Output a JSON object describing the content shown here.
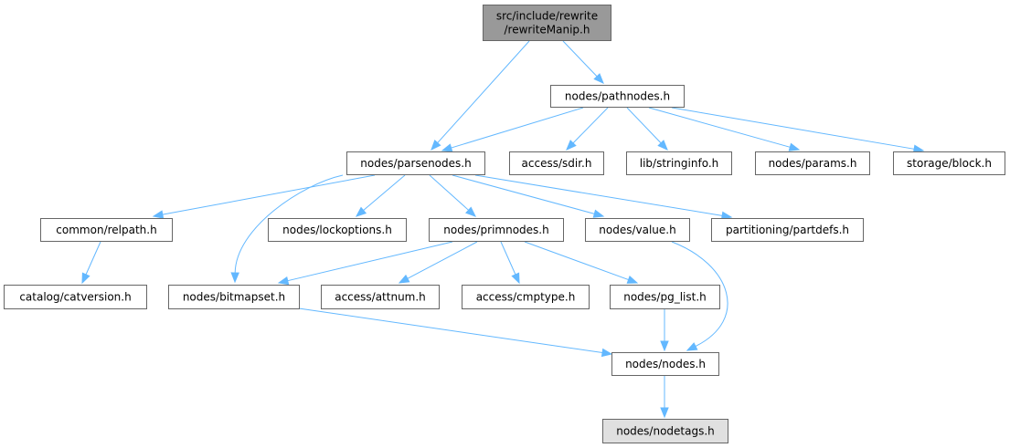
{
  "diagram": {
    "type": "include-dependency-graph",
    "colors": {
      "edge": "#63b8ff",
      "root_fill": "#999999",
      "leaf_gray_fill": "#e0e0e0",
      "node_fill": "#ffffff",
      "node_border": "#666666"
    },
    "nodes": [
      {
        "id": "rewriteManip",
        "lines": [
          "src/include/rewrite",
          "/rewriteManip.h"
        ],
        "style": "root"
      },
      {
        "id": "pathnodes",
        "lines": [
          "nodes/pathnodes.h"
        ],
        "style": "normal"
      },
      {
        "id": "parsenodes",
        "lines": [
          "nodes/parsenodes.h"
        ],
        "style": "normal"
      },
      {
        "id": "sdir",
        "lines": [
          "access/sdir.h"
        ],
        "style": "normal"
      },
      {
        "id": "stringinfo",
        "lines": [
          "lib/stringinfo.h"
        ],
        "style": "normal"
      },
      {
        "id": "params",
        "lines": [
          "nodes/params.h"
        ],
        "style": "normal"
      },
      {
        "id": "block",
        "lines": [
          "storage/block.h"
        ],
        "style": "normal"
      },
      {
        "id": "relpath",
        "lines": [
          "common/relpath.h"
        ],
        "style": "normal"
      },
      {
        "id": "lockoptions",
        "lines": [
          "nodes/lockoptions.h"
        ],
        "style": "normal"
      },
      {
        "id": "primnodes",
        "lines": [
          "nodes/primnodes.h"
        ],
        "style": "normal"
      },
      {
        "id": "value",
        "lines": [
          "nodes/value.h"
        ],
        "style": "normal"
      },
      {
        "id": "partdefs",
        "lines": [
          "partitioning/partdefs.h"
        ],
        "style": "normal"
      },
      {
        "id": "catversion",
        "lines": [
          "catalog/catversion.h"
        ],
        "style": "normal"
      },
      {
        "id": "bitmapset",
        "lines": [
          "nodes/bitmapset.h"
        ],
        "style": "normal"
      },
      {
        "id": "attnum",
        "lines": [
          "access/attnum.h"
        ],
        "style": "normal"
      },
      {
        "id": "cmptype",
        "lines": [
          "access/cmptype.h"
        ],
        "style": "normal"
      },
      {
        "id": "pg_list",
        "lines": [
          "nodes/pg_list.h"
        ],
        "style": "normal"
      },
      {
        "id": "nodes",
        "lines": [
          "nodes/nodes.h"
        ],
        "style": "normal"
      },
      {
        "id": "nodetags",
        "lines": [
          "nodes/nodetags.h"
        ],
        "style": "gray"
      }
    ],
    "edges": [
      {
        "from": "rewriteManip",
        "to": "parsenodes"
      },
      {
        "from": "rewriteManip",
        "to": "pathnodes"
      },
      {
        "from": "pathnodes",
        "to": "parsenodes"
      },
      {
        "from": "pathnodes",
        "to": "sdir"
      },
      {
        "from": "pathnodes",
        "to": "stringinfo"
      },
      {
        "from": "pathnodes",
        "to": "params"
      },
      {
        "from": "pathnodes",
        "to": "block"
      },
      {
        "from": "parsenodes",
        "to": "relpath"
      },
      {
        "from": "parsenodes",
        "to": "bitmapset"
      },
      {
        "from": "parsenodes",
        "to": "lockoptions"
      },
      {
        "from": "parsenodes",
        "to": "primnodes"
      },
      {
        "from": "parsenodes",
        "to": "value"
      },
      {
        "from": "parsenodes",
        "to": "partdefs"
      },
      {
        "from": "relpath",
        "to": "catversion"
      },
      {
        "from": "primnodes",
        "to": "bitmapset"
      },
      {
        "from": "primnodes",
        "to": "attnum"
      },
      {
        "from": "primnodes",
        "to": "cmptype"
      },
      {
        "from": "primnodes",
        "to": "pg_list"
      },
      {
        "from": "value",
        "to": "nodes"
      },
      {
        "from": "bitmapset",
        "to": "nodes"
      },
      {
        "from": "pg_list",
        "to": "nodes"
      },
      {
        "from": "nodes",
        "to": "nodetags"
      }
    ]
  }
}
